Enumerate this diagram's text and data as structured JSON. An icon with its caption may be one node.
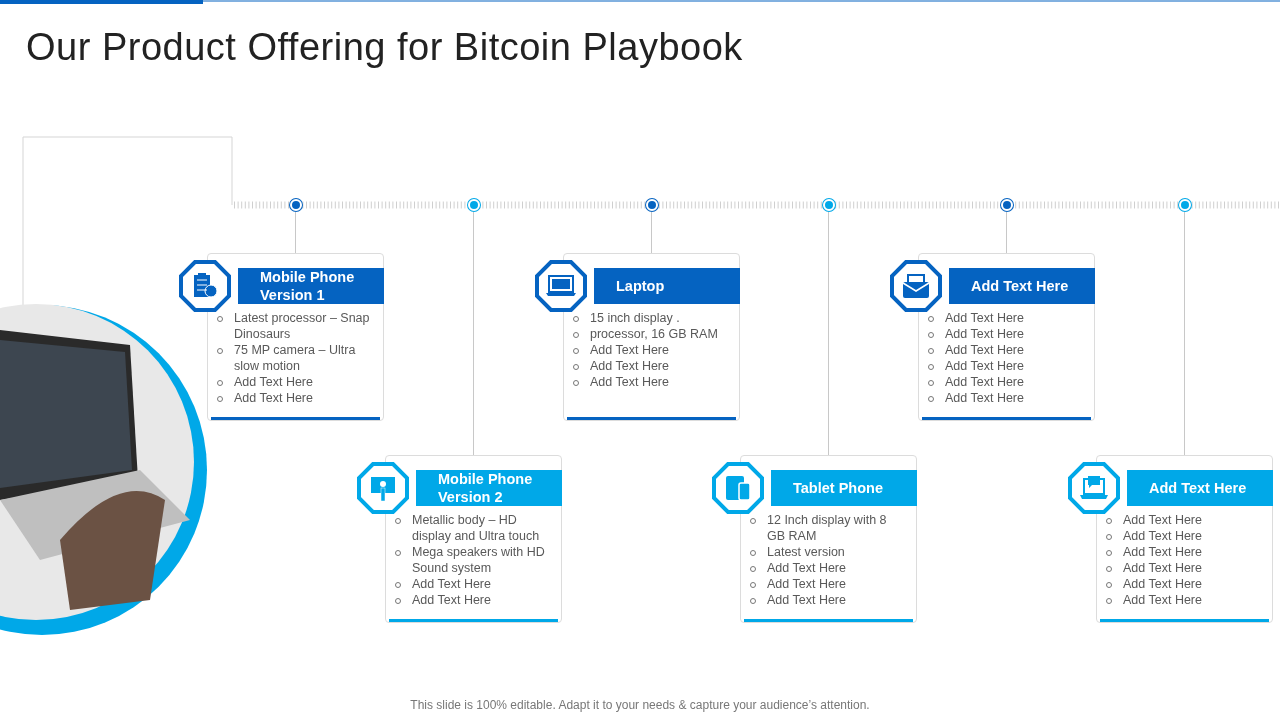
{
  "diagram": {
    "title": "Our Product Offering for Bitcoin Playbook",
    "nodes": [
      {
        "text": [],
        "shape": "circle"
      },
      {
        "text": [],
        "shape": "circle"
      },
      {
        "text": [],
        "shape": "circle"
      },
      {
        "text": [],
        "shape": "circle"
      },
      {
        "text": [],
        "shape": "circle"
      },
      {
        "text": [],
        "shape": "circle"
      },
      {
        "text": [
          "Mobile Phone Version 1",
          "Latest processor – Snap Dinosaurs",
          "75 MP camera – Ultra slow motion",
          "Add Text Here",
          "Add Text Here"
        ]
      },
      {
        "text": [
          "Mobile Phone Version 2",
          "Metallic body – HD display and Ultra touch",
          "Mega speakers with HD Sound system",
          "Add Text Here",
          "Add Text Here"
        ]
      },
      {
        "text": [
          "Laptop",
          "15 inch display .",
          "processor, 16 GB RAM",
          "Add Text Here",
          "Add Text Here",
          "Add Text Here"
        ]
      },
      {
        "text": [
          "Tablet Phone",
          "12 Inch display with 8 GB RAM",
          "Latest version",
          "Add Text Here",
          "Add Text Here",
          "Add Text Here"
        ]
      },
      {
        "text": [
          "Add Text Here",
          "Add Text Here",
          "Add Text Here",
          "Add Text Here",
          "Add Text Here",
          "Add Text Here",
          "Add Text Here"
        ]
      },
      {
        "text": [
          "Add Text Here",
          "Add Text Here",
          "Add Text Here",
          "Add Text Here",
          "Add Text Here",
          "Add Text Here",
          "Add Text Here"
        ]
      }
    ],
    "edges": [
      {
        "from": 0,
        "to": 6,
        "arrow": "none"
      },
      {
        "from": 1,
        "to": 7,
        "arrow": "none"
      },
      {
        "from": 2,
        "to": 8,
        "arrow": "none"
      },
      {
        "from": 3,
        "to": 9,
        "arrow": "none"
      },
      {
        "from": 4,
        "to": 10,
        "arrow": "none"
      },
      {
        "from": 5,
        "to": 11,
        "arrow": "none"
      }
    ],
    "labels": [
      "This slide is 100% editable. Adapt it to your needs & capture your audience’s attention."
    ]
  }
}
